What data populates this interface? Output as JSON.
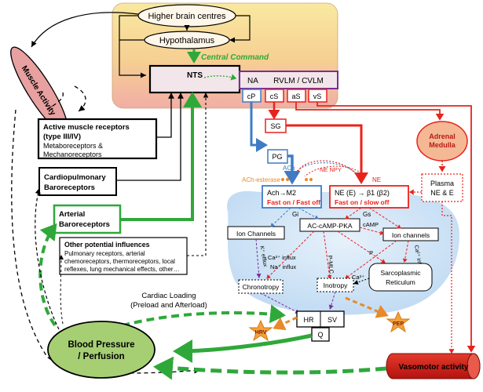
{
  "brain": {
    "higher_centres": "Higher brain centres",
    "hypothalamus": "Hypothalamus",
    "central_command": "Central Command",
    "nts": "NTS",
    "na": "NA",
    "rvlm_cvlm": "RVLM / CVLM",
    "cp": "cP",
    "cs": "cS",
    "as": "aS",
    "vs": "vS"
  },
  "left": {
    "muscle_activity": "Muscle Activity",
    "active_receptors_title_1": "Active muscle receptors",
    "active_receptors_title_2": "(type III/IV)",
    "active_receptors_sub_1": "Metaboreceptors &",
    "active_receptors_sub_2": "Mechanoreceptors",
    "cardiopulmonary_1": "Cardiopulmonary",
    "cardiopulmonary_2": "Baroreceptors",
    "arterial_1": "Arterial",
    "arterial_2": "Baroreceptors",
    "other_title": "Other potential influences",
    "other_1": "Pulmonary receptors, arterial",
    "other_2": "chemoreceptors, thermoreceptors, local",
    "other_3": "reflexes, lung mechanical effects, other…"
  },
  "autonomic": {
    "sg": "SG",
    "pg": "PG",
    "ach": "ACh",
    "ach_esterase": "ACh-esterase",
    "ne_npy": "NE NPY",
    "ne": "NE",
    "adrenal_1": "Adrenal",
    "adrenal_2": "Medulla",
    "plasma_1": "Plasma",
    "plasma_2": "NE & E"
  },
  "receptors": {
    "m2": "Ach→M2",
    "m2_sub": "Fast on / Fast off",
    "beta": "NE (E) → β1 (β2)",
    "beta_sub": "Fast on / slow off",
    "gi": "Gi",
    "gs": "Gs"
  },
  "cell": {
    "ion_channels_left": "Ion Channels",
    "ac_camp_pka": "AC-cAMP-PKA",
    "ion_channels_right": "Ion channels",
    "camp": "cAMP",
    "k_efflux": "K⁺ efflux",
    "ca_influx_1": "Ca²⁺ influx",
    "na_influx": "Na⁺ influx",
    "p_mlc": "P-MLC",
    "p": "P",
    "ca_influx_2": "Ca²⁺ influx",
    "ca": "Ca²⁺",
    "chronotropy": "Chronotropy",
    "inotropy": "Inotropy",
    "sr_1": "Sarcoplasmic",
    "sr_2": "Reticulum",
    "hr": "HR",
    "sv": "SV",
    "q": "Q",
    "hrv": "HRV",
    "pep": "PEP"
  },
  "bottom": {
    "cardiac_loading_1": "Cardiac Loading",
    "cardiac_loading_2": "(Preload and Afterload)",
    "bp_1": "Blood Pressure",
    "bp_2": "/ Perfusion",
    "vasomotor": "Vasomotor activity"
  },
  "colors": {
    "brain_top": "#f7e39a",
    "brain_bottom": "#f2b3a6",
    "green": "#2fa83a",
    "red": "#e8231c",
    "blue": "#3f7cc4",
    "purple": "#7a2f96",
    "orange": "#e88a2a",
    "cell_blue": "#cfe3f6",
    "adrenal": "#f5b894",
    "muscle": "#e8a0a0",
    "bp_green": "#a6cf74"
  }
}
